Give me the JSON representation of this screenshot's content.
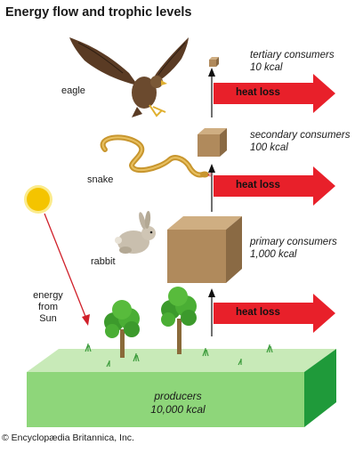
{
  "title": "Energy flow and trophic levels",
  "animals": {
    "eagle": "eagle",
    "snake": "snake",
    "rabbit": "rabbit"
  },
  "levels": {
    "tertiary": {
      "name": "tertiary consumers",
      "energy": "10 kcal"
    },
    "secondary": {
      "name": "secondary consumers",
      "energy": "100 kcal"
    },
    "primary": {
      "name": "primary consumers",
      "energy": "1,000 kcal"
    },
    "producers": {
      "name": "producers",
      "energy": "10,000 kcal"
    }
  },
  "heat_loss_label": "heat loss",
  "sun_label": [
    "energy",
    "from",
    "Sun"
  ],
  "copyright": "© Encyclopædia Britannica, Inc.",
  "colors": {
    "arrow_red": "#e8202a",
    "box_front": "#b08a5c",
    "box_top": "#cfae82",
    "box_side": "#8a6a44",
    "ground_front": "#8ed67a",
    "ground_top": "#c8eab8",
    "ground_side": "#1f9a3a",
    "sun": "#f4c400"
  }
}
